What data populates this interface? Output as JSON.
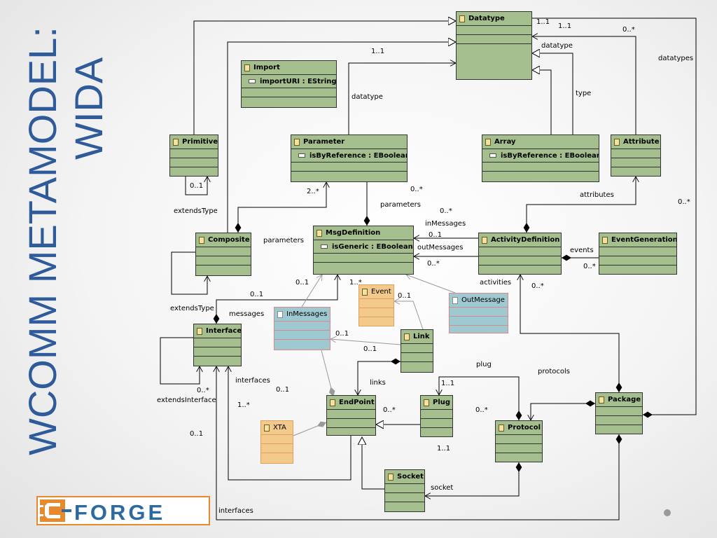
{
  "slide": {
    "title_line1": "WCOMM METAMODEL:",
    "title_line2": "WIDA",
    "title_color": "#2f5b9a"
  },
  "logo": {
    "text": "FORGE",
    "border_color": "#e8892b",
    "text_color": "#2c6aa0"
  },
  "diagram": {
    "classes": {
      "datatype": {
        "name": "Datatype"
      },
      "import": {
        "name": "Import",
        "attrs": [
          "importURI : EString"
        ]
      },
      "primitive": {
        "name": "Primitive"
      },
      "parameter": {
        "name": "Parameter",
        "attrs": [
          "isByReference : EBoolean"
        ]
      },
      "array": {
        "name": "Array",
        "attrs": [
          "isByReference : EBoolean"
        ]
      },
      "attribute": {
        "name": "Attribute"
      },
      "composite": {
        "name": "Composite"
      },
      "msgdefinition": {
        "name": "MsgDefinition",
        "attrs": [
          "isGeneric : EBoolean"
        ]
      },
      "activitydefinition": {
        "name": "ActivityDefinition"
      },
      "eventgeneration": {
        "name": "EventGeneration"
      },
      "event": {
        "name": "Event"
      },
      "outmessage": {
        "name": "OutMessage"
      },
      "inmessages": {
        "name": "InMessages"
      },
      "interface": {
        "name": "Interface"
      },
      "link": {
        "name": "Link"
      },
      "endpoint": {
        "name": "EndPoint"
      },
      "plug": {
        "name": "Plug"
      },
      "protocol": {
        "name": "Protocol"
      },
      "package": {
        "name": "Package"
      },
      "xta": {
        "name": "XTA"
      },
      "socket": {
        "name": "Socket"
      }
    },
    "labels": {
      "l_1_1a": "1..1",
      "l_1_1b": "1..1",
      "l_0s_a": "0..*",
      "l_datatypes": "datatypes",
      "l_1_1c": "1..1",
      "l_datatype_a": "datatype",
      "l_datatype_b": "datatype",
      "l_type": "type",
      "l_0_1_prim": "0..1",
      "l_extendsType_a": "extendsType",
      "l_2s": "2..*",
      "l_0s_b": "0..*",
      "l_parameters_a": "parameters",
      "l_attributes": "attributes",
      "l_0s_c": "0..*",
      "l_0s_d": "0..*",
      "l_inMessages": "inMessages",
      "l_0_1_a": "0..1",
      "l_parameters_b": "parameters",
      "l_outMessages": "outMessages",
      "l_events": "events",
      "l_0s_e": "0..*",
      "l_0s_f": "0..*",
      "l_0_1_b": "0..1",
      "l_1s_a": "1..*",
      "l_activities": "activities",
      "l_0s_g": "0..*",
      "l_0_1_c": "0..1",
      "l_extendsType_b": "extendsType",
      "l_messages": "messages",
      "l_0_1_d": "0..1",
      "l_0_1_e": "0..1",
      "l_0_1_f": "0..1",
      "l_plug": "plug",
      "l_protocols": "protocols",
      "l_links": "links",
      "l_interfaces_a": "interfaces",
      "l_0_1_g": "0..1",
      "l_1_1d": "1..1",
      "l_0s_h": "0..*",
      "l_extendsInterface": "extendsInterface",
      "l_1s_b": "1..*",
      "l_0s_i": "0..*",
      "l_0s_j": "0..*",
      "l_0_1_h": "0..1",
      "l_1_1e": "1..1",
      "l_socket": "socket",
      "l_interfaces_b": "interfaces"
    }
  }
}
